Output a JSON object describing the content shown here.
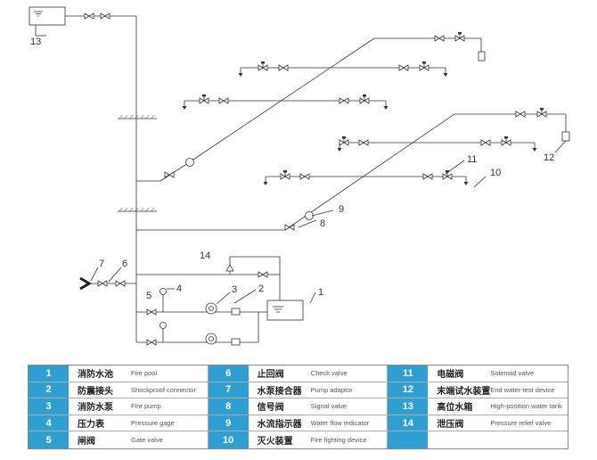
{
  "labels": {
    "n1": "1",
    "n2": "2",
    "n3": "3",
    "n4": "4",
    "n5": "5",
    "n6": "6",
    "n7": "7",
    "n8": "8",
    "n9": "9",
    "n10": "10",
    "n11": "11",
    "n12": "12",
    "n13": "13",
    "n14": "14"
  },
  "legend": [
    {
      "num": "1",
      "cn": "消防水池",
      "en": "Fire pool"
    },
    {
      "num": "6",
      "cn": "止回阀",
      "en": "Check valve"
    },
    {
      "num": "11",
      "cn": "电磁阀",
      "en": "Solenoid valve"
    },
    {
      "num": "2",
      "cn": "防震接头",
      "en": "Shockproof connector"
    },
    {
      "num": "7",
      "cn": "水泵接合器",
      "en": "Pump adaptor"
    },
    {
      "num": "12",
      "cn": "末端试水装置",
      "en": "End water-test device"
    },
    {
      "num": "3",
      "cn": "消防水泵",
      "en": "Fire pump"
    },
    {
      "num": "8",
      "cn": "信号阀",
      "en": "Signal valve"
    },
    {
      "num": "13",
      "cn": "高位水箱",
      "en": "High-position water tank"
    },
    {
      "num": "4",
      "cn": "压力表",
      "en": "Pressure gage"
    },
    {
      "num": "9",
      "cn": "水流指示器",
      "en": "Water flow indicator"
    },
    {
      "num": "14",
      "cn": "泄压阀",
      "en": "Pressure relief valve"
    },
    {
      "num": "5",
      "cn": "闸阀",
      "en": "Gate valve"
    },
    {
      "num": "10",
      "cn": "灭火装置",
      "en": "Fire fighting device"
    },
    {
      "num": "",
      "cn": "",
      "en": ""
    }
  ],
  "colors": {
    "badge": "#2f9ed0",
    "line": "#333333"
  }
}
